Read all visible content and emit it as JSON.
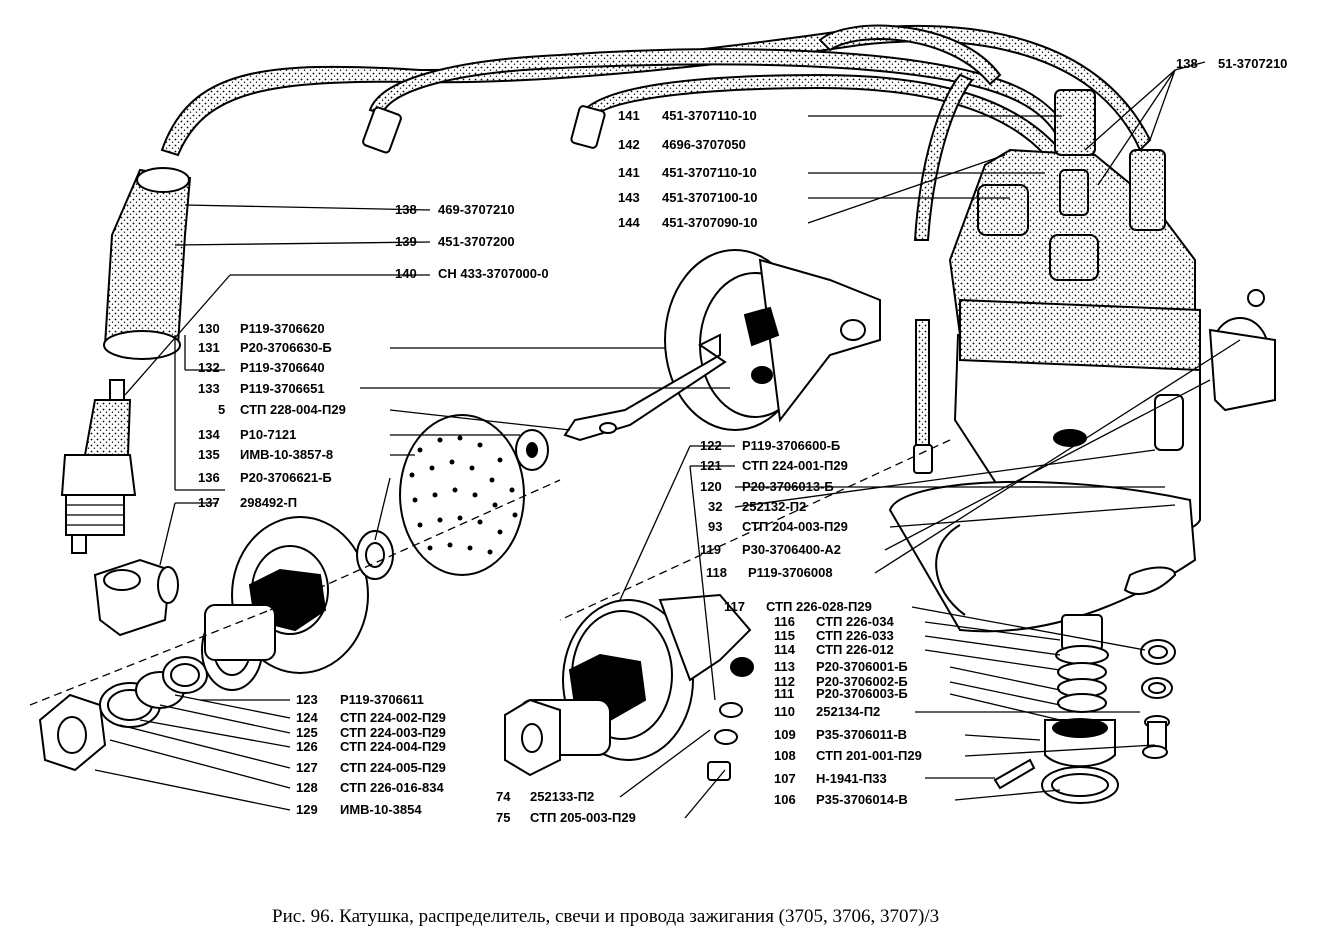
{
  "caption": "Рис. 96. Катушка, распределитель, свечи и провода зажигания (3705, 3706, 3707)/3",
  "labels": [
    {
      "num": "138",
      "code": "51-3707210"
    },
    {
      "num": "141",
      "code": "451-3707110-10"
    },
    {
      "num": "142",
      "code": "4696-3707050"
    },
    {
      "num": "141",
      "code": "451-3707110-10"
    },
    {
      "num": "143",
      "code": "451-3707100-10"
    },
    {
      "num": "144",
      "code": "451-3707090-10"
    },
    {
      "num": "138",
      "code": "469-3707210"
    },
    {
      "num": "139",
      "code": "451-3707200"
    },
    {
      "num": "140",
      "code": "СН 433-3707000-0"
    },
    {
      "num": "130",
      "code": "Р119-3706620"
    },
    {
      "num": "131",
      "code": "Р20-3706630-Б"
    },
    {
      "num": "132",
      "code": "Р119-3706640"
    },
    {
      "num": "133",
      "code": "Р119-3706651"
    },
    {
      "num": "5",
      "code": "СТП 228-004-П29"
    },
    {
      "num": "134",
      "code": "Р10-7121"
    },
    {
      "num": "135",
      "code": "ИМВ-10-3857-8"
    },
    {
      "num": "136",
      "code": "Р20-3706621-Б"
    },
    {
      "num": "137",
      "code": "298492-П"
    },
    {
      "num": "122",
      "code": "Р119-3706600-Б"
    },
    {
      "num": "121",
      "code": "СТП 224-001-П29"
    },
    {
      "num": "120",
      "code": "Р20-3706013-Б"
    },
    {
      "num": "32",
      "code": "252132-П2"
    },
    {
      "num": "93",
      "code": "СТП 204-003-П29"
    },
    {
      "num": "119",
      "code": "Р30-3706400-А2"
    },
    {
      "num": "118",
      "code": "Р119-3706008"
    },
    {
      "num": "117",
      "code": "СТП 226-028-П29"
    },
    {
      "num": "116",
      "code": "СТП 226-034"
    },
    {
      "num": "115",
      "code": "СТП 226-033"
    },
    {
      "num": "114",
      "code": "СТП 226-012"
    },
    {
      "num": "113",
      "code": "Р20-3706001-Б"
    },
    {
      "num": "112",
      "code": "Р20-3706002-Б"
    },
    {
      "num": "111",
      "code": "Р20-3706003-Б"
    },
    {
      "num": "110",
      "code": "252134-П2"
    },
    {
      "num": "109",
      "code": "Р35-3706011-В"
    },
    {
      "num": "108",
      "code": "СТП 201-001-П29"
    },
    {
      "num": "107",
      "code": "Н-1941-П33"
    },
    {
      "num": "106",
      "code": "Р35-3706014-В"
    },
    {
      "num": "123",
      "code": "Р119-3706611"
    },
    {
      "num": "124",
      "code": "СТП 224-002-П29"
    },
    {
      "num": "125",
      "code": "СТП 224-003-П29"
    },
    {
      "num": "126",
      "code": "СТП 224-004-П29"
    },
    {
      "num": "127",
      "code": "СТП 224-005-П29"
    },
    {
      "num": "128",
      "code": "СТП 226-016-834"
    },
    {
      "num": "129",
      "code": "ИМВ-10-3854"
    },
    {
      "num": "74",
      "code": "252133-П2"
    },
    {
      "num": "75",
      "code": "СТП 205-003-П29"
    }
  ]
}
